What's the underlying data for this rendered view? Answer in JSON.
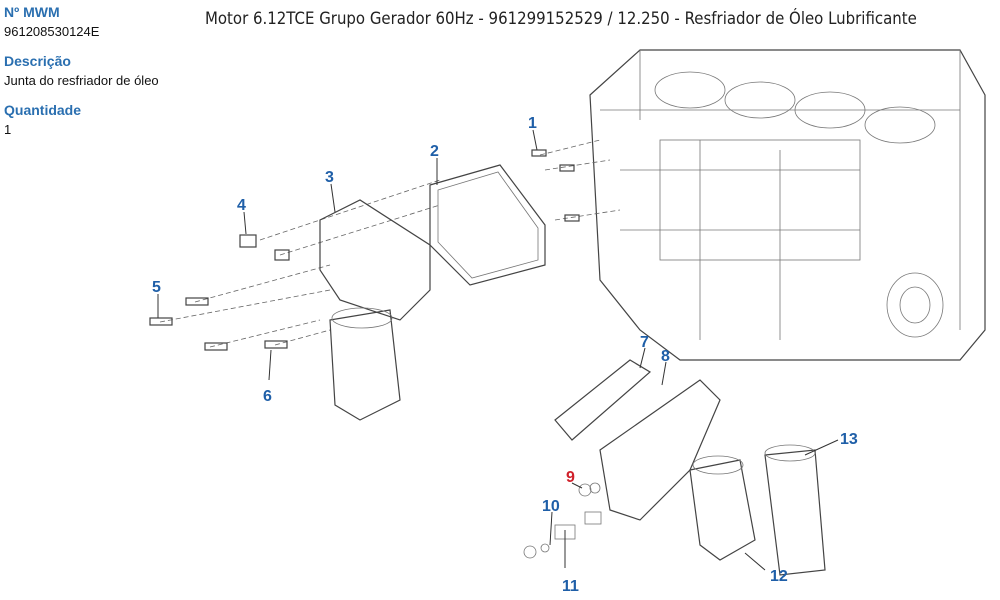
{
  "part_info": {
    "mwm_label": "Nº MWM",
    "mwm_value": "961208530124E",
    "description_label": "Descrição",
    "description_value": "Junta do resfriador de óleo",
    "quantity_label": "Quantidade",
    "quantity_value": "1"
  },
  "diagram": {
    "title": "Motor 6.12TCE Grupo Gerador 60Hz - 961299152529  /  12.250 - Resfriador de Óleo Lubrificante",
    "selected_callout": "9",
    "callouts": [
      "1",
      "2",
      "3",
      "4",
      "5",
      "6",
      "7",
      "8",
      "9",
      "10",
      "11",
      "12",
      "13"
    ]
  },
  "colors": {
    "label": "#2a6fb0",
    "callout": "#1f5fa8",
    "selected": "#d0202a"
  }
}
